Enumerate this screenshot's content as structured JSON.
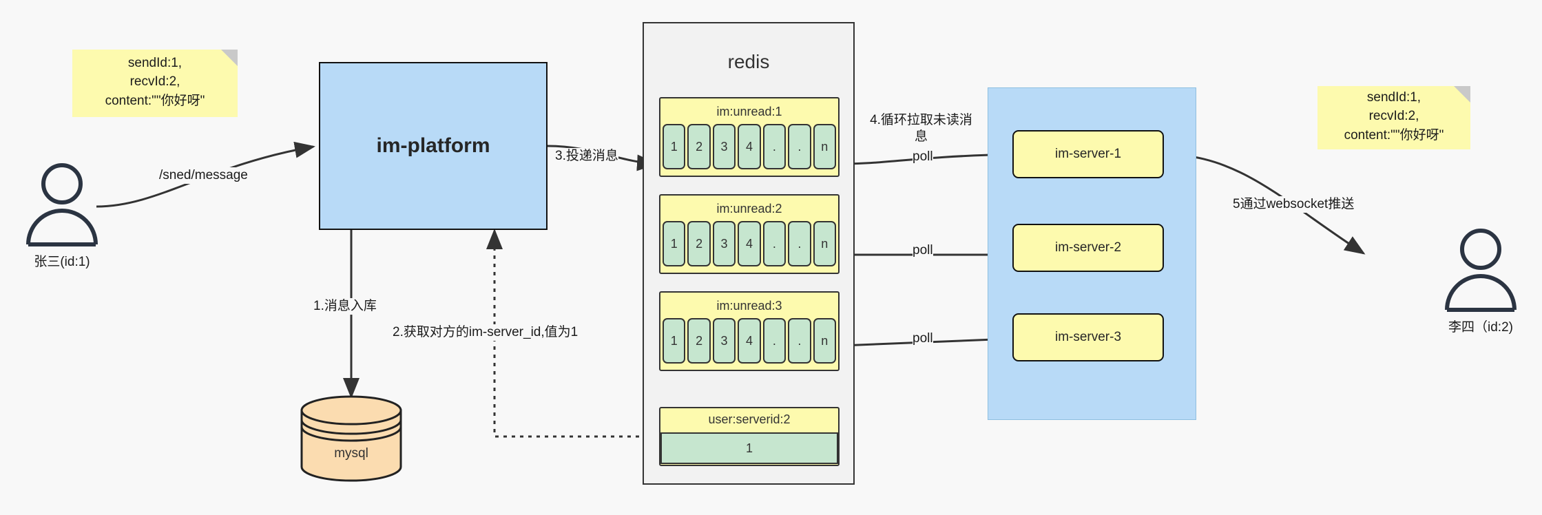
{
  "diagram": {
    "title": "IM message delivery architecture",
    "colors": {
      "note": "#fdfaae",
      "blue": "#b8daf7",
      "green": "#c6e6cf",
      "yellow": "#fdfaae",
      "orange": "#fbdcb0",
      "panel": "#f2f2f2",
      "stroke": "#333333",
      "background": "#f8f8f8"
    },
    "notes": [
      {
        "id": "note-left",
        "text": "sendId:1,\nrecvId:2,\ncontent:\"\"你好呀\""
      },
      {
        "id": "note-right",
        "text": "sendId:1,\nrecvId:2,\ncontent:\"\"你好呀\""
      }
    ],
    "actors": [
      {
        "id": "actor-sender",
        "label": "张三(id:1)",
        "icon": "user-icon"
      },
      {
        "id": "actor-receiver",
        "label": "李四（id:2)",
        "icon": "user-icon"
      }
    ],
    "nodes": {
      "im_platform": "im-platform",
      "mysql": "mysql",
      "redis": "redis"
    },
    "redis_keys": [
      {
        "key": "im:unread:1",
        "cells": [
          "1",
          "2",
          "3",
          "4",
          ".",
          ".",
          "n"
        ]
      },
      {
        "key": "im:unread:2",
        "cells": [
          "1",
          "2",
          "3",
          "4",
          ".",
          ".",
          "n"
        ]
      },
      {
        "key": "im:unread:3",
        "cells": [
          "1",
          "2",
          "3",
          "4",
          ".",
          ".",
          "n"
        ]
      }
    ],
    "redis_value_key": {
      "key": "user:serverid:2",
      "value": "1"
    },
    "servers": [
      {
        "id": "im-server-1",
        "label": "im-server-1"
      },
      {
        "id": "im-server-2",
        "label": "im-server-2"
      },
      {
        "id": "im-server-3",
        "label": "im-server-3"
      }
    ],
    "edge_labels": {
      "send_message": "/sned/message",
      "step1": "1.消息入库",
      "step2": "2.获取对方的im-server_id,值为1",
      "step3": "3.投递消息",
      "step4": "4.循环拉取未读消息",
      "step5": "5通过websocket推送",
      "poll1": "poll",
      "poll2": "poll",
      "poll3": "poll"
    }
  }
}
